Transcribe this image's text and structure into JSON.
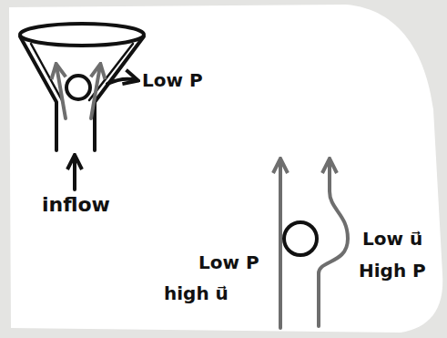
{
  "diagram": {
    "labels": [
      "Low P",
      "inflow",
      "Low P",
      "high u⃗",
      "Low u⃗",
      "High P"
    ]
  }
}
